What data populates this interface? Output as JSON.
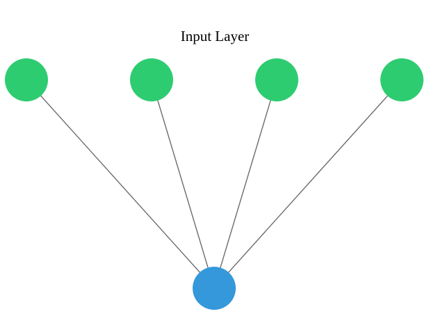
{
  "diagram": {
    "input_layer_label": "Input Layer",
    "colors": {
      "input_node": "#2ecc71",
      "output_node": "#3498db",
      "edge": "#6b6b6b",
      "background": "#ffffff"
    },
    "layers": [
      {
        "role": "input",
        "node_count": 4
      },
      {
        "role": "output",
        "node_count": 1
      }
    ],
    "connections": [
      {
        "from": "input-node-1",
        "to": "output-node-1"
      },
      {
        "from": "input-node-2",
        "to": "output-node-1"
      },
      {
        "from": "input-node-3",
        "to": "output-node-1"
      },
      {
        "from": "input-node-4",
        "to": "output-node-1"
      }
    ]
  }
}
